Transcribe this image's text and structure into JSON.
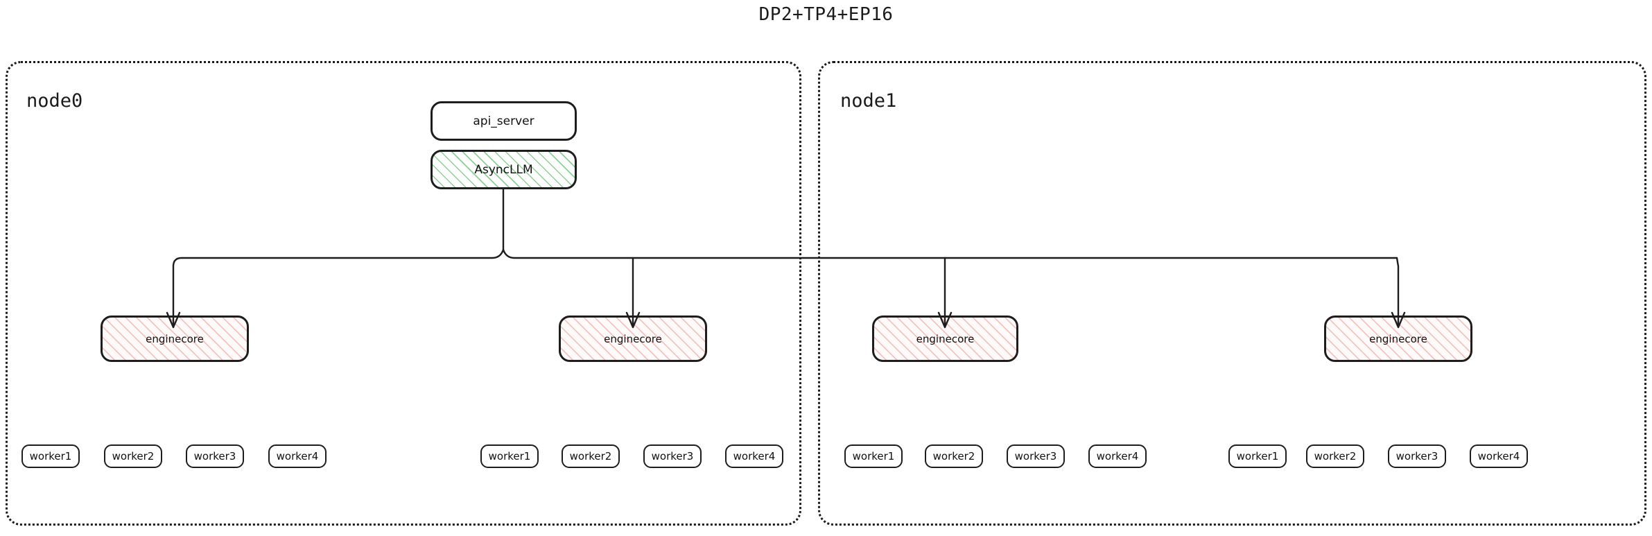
{
  "title": "DP2+TP4+EP16",
  "colors": {
    "ink": "#1b1b1b",
    "async_hatch": "#78c882",
    "engine_hatch": "#ec9691",
    "node_border": "#1a1a1a"
  },
  "nodes": [
    {
      "id": "node0",
      "label": "node0",
      "components": {
        "api_server": "api_server",
        "async_llm": "AsyncLLM"
      },
      "enginecores": [
        {
          "label": "enginecore",
          "workers": [
            "worker1",
            "worker2",
            "worker3",
            "worker4"
          ]
        },
        {
          "label": "enginecore",
          "workers": [
            "worker1",
            "worker2",
            "worker3",
            "worker4"
          ]
        }
      ]
    },
    {
      "id": "node1",
      "label": "node1",
      "components": {},
      "enginecores": [
        {
          "label": "enginecore",
          "workers": [
            "worker1",
            "worker2",
            "worker3",
            "worker4"
          ]
        },
        {
          "label": "enginecore",
          "workers": [
            "worker1",
            "worker2",
            "worker3",
            "worker4"
          ]
        }
      ]
    }
  ],
  "edges": {
    "from": "AsyncLLM",
    "to": [
      "enginecore",
      "enginecore",
      "enginecore",
      "enginecore"
    ],
    "arrowhead": "open-v"
  }
}
